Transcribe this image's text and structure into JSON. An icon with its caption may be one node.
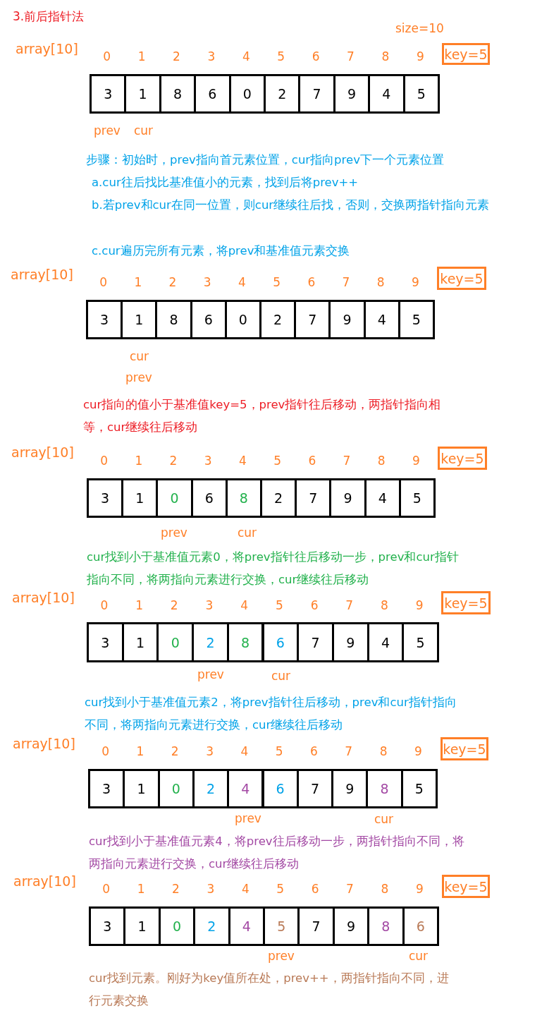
{
  "diagram": {
    "title": "3.前后指针法",
    "nodes": [
      {
        "text": [
          "3"
        ]
      },
      {
        "text": [
          "1"
        ]
      },
      {
        "text": [
          "8"
        ]
      },
      {
        "text": [
          "6"
        ]
      },
      {
        "text": [
          "0"
        ]
      },
      {
        "text": [
          "2"
        ]
      },
      {
        "text": [
          "7"
        ]
      },
      {
        "text": [
          "9"
        ]
      },
      {
        "text": [
          "4"
        ]
      },
      {
        "text": [
          "5"
        ]
      },
      {
        "text": [
          "key=5"
        ]
      },
      {
        "text": [
          "3"
        ]
      },
      {
        "text": [
          "1"
        ]
      },
      {
        "text": [
          "8"
        ]
      },
      {
        "text": [
          "6"
        ]
      },
      {
        "text": [
          "0"
        ]
      },
      {
        "text": [
          "2"
        ]
      },
      {
        "text": [
          "7"
        ]
      },
      {
        "text": [
          "9"
        ]
      },
      {
        "text": [
          "4"
        ]
      },
      {
        "text": [
          "5"
        ]
      },
      {
        "text": [
          "key=5"
        ]
      },
      {
        "text": [
          "3"
        ]
      },
      {
        "text": [
          "1"
        ]
      },
      {
        "text": [
          "0"
        ]
      },
      {
        "text": [
          "6"
        ]
      },
      {
        "text": [
          "8"
        ]
      },
      {
        "text": [
          "2"
        ]
      },
      {
        "text": [
          "7"
        ]
      },
      {
        "text": [
          "9"
        ]
      },
      {
        "text": [
          "4"
        ]
      },
      {
        "text": [
          "5"
        ]
      },
      {
        "text": [
          "key=5"
        ]
      },
      {
        "text": [
          "3"
        ]
      },
      {
        "text": [
          "1"
        ]
      },
      {
        "text": [
          "0"
        ]
      },
      {
        "text": [
          "2"
        ]
      },
      {
        "text": [
          "8"
        ]
      },
      {
        "text": [
          "6"
        ]
      },
      {
        "text": [
          "7"
        ]
      },
      {
        "text": [
          "9"
        ]
      },
      {
        "text": [
          "4"
        ]
      },
      {
        "text": [
          "5"
        ]
      },
      {
        "text": [
          "key=5"
        ]
      },
      {
        "text": [
          "3"
        ]
      },
      {
        "text": [
          "1"
        ]
      },
      {
        "text": [
          "0"
        ]
      },
      {
        "text": [
          "2"
        ]
      },
      {
        "text": [
          "4"
        ]
      },
      {
        "text": [
          "6"
        ]
      },
      {
        "text": [
          "7"
        ]
      },
      {
        "text": [
          "9"
        ]
      },
      {
        "text": [
          "8"
        ]
      },
      {
        "text": [
          "5"
        ]
      },
      {
        "text": [
          "key=5"
        ]
      },
      {
        "text": [
          "3"
        ]
      },
      {
        "text": [
          "1"
        ]
      },
      {
        "text": [
          "0"
        ]
      },
      {
        "text": [
          "2"
        ]
      },
      {
        "text": [
          "4"
        ]
      },
      {
        "text": [
          "5"
        ]
      },
      {
        "text": [
          "7"
        ]
      },
      {
        "text": [
          "9"
        ]
      },
      {
        "text": [
          "8"
        ]
      },
      {
        "text": [
          "6"
        ]
      },
      {
        "text": [
          "key=5"
        ]
      }
    ],
    "labels": [
      "size=10",
      "array[10]",
      "0",
      "1",
      "2",
      "3",
      "4",
      "5",
      "6",
      "7",
      "8",
      "9",
      "prev",
      "cur",
      "步骤：初始时，prev指向首元素位置，cur指向prev下一个元素位置",
      "a.cur往后找比基准值小的元素，找到后将prev++",
      "b.若prev和cur在同一位置，则cur继续往后找，否则，交换两指针指向元素",
      "c.cur遍历完所有元素，将prev和基准值元素交换",
      "array[10]",
      "0",
      "1",
      "2",
      "3",
      "4",
      "5",
      "6",
      "7",
      "8",
      "9",
      "cur",
      "prev",
      "cur指向的值小于基准值key=5，prev指针往后移动，两指针指向相等，cur继续往后移动",
      "array[10]",
      "0",
      "1",
      "2",
      "3",
      "4",
      "5",
      "6",
      "7",
      "8",
      "9",
      "prev",
      "cur",
      "cur找到小于基准值元素0，将prev指针往后移动一步，prev和cur指针指向不同，将两指向元素进行交换，cur继续往后移动",
      "array[10]",
      "0",
      "1",
      "2",
      "3",
      "4",
      "5",
      "6",
      "7",
      "8",
      "9",
      "prev",
      "cur",
      "cur找到小于基准值元素2，将prev指针往后移动，prev和cur指针指向不同，将两指向元素进行交换，cur继续往后移动",
      "array[10]",
      "0",
      "1",
      "2",
      "3",
      "4",
      "5",
      "6",
      "7",
      "8",
      "9",
      "prev",
      "cur",
      "cur找到小于基准值元素4，将prev往后移动一步，两指针指向不同，将两指向元素进行交换，cur继续往后移动",
      "array[10]",
      "0",
      "1",
      "2",
      "3",
      "4",
      "5",
      "6",
      "7",
      "8",
      "9",
      "prev",
      "cur",
      "cur找到元素。刚好为key值所在处，prev++，两指针指向不同，进行元素交换"
    ]
  }
}
